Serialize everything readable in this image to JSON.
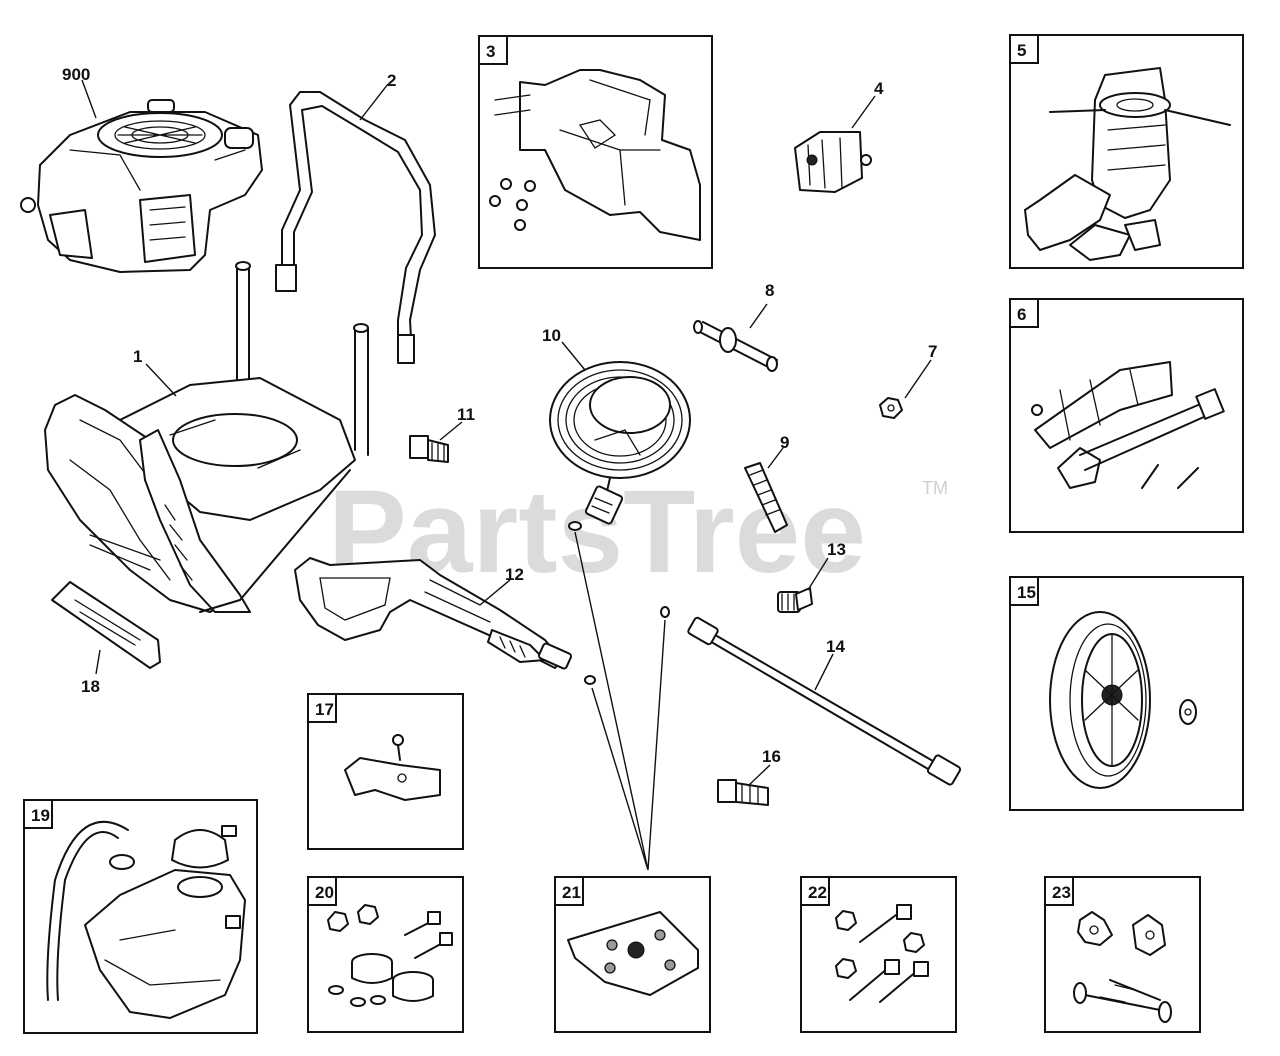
{
  "watermark": {
    "text": "PartsTree",
    "trademark": "TM"
  },
  "callouts": {
    "p900": "900",
    "p1": "1",
    "p2": "2",
    "p4": "4",
    "p7": "7",
    "p8": "8",
    "p9": "9",
    "p10": "10",
    "p11": "11",
    "p12": "12",
    "p13": "13",
    "p14": "14",
    "p16": "16",
    "p18": "18"
  },
  "boxes": {
    "b3": "3",
    "b5": "5",
    "b6": "6",
    "b15": "15",
    "b17": "17",
    "b19": "19",
    "b20": "20",
    "b21": "21",
    "b22": "22",
    "b23": "23"
  }
}
